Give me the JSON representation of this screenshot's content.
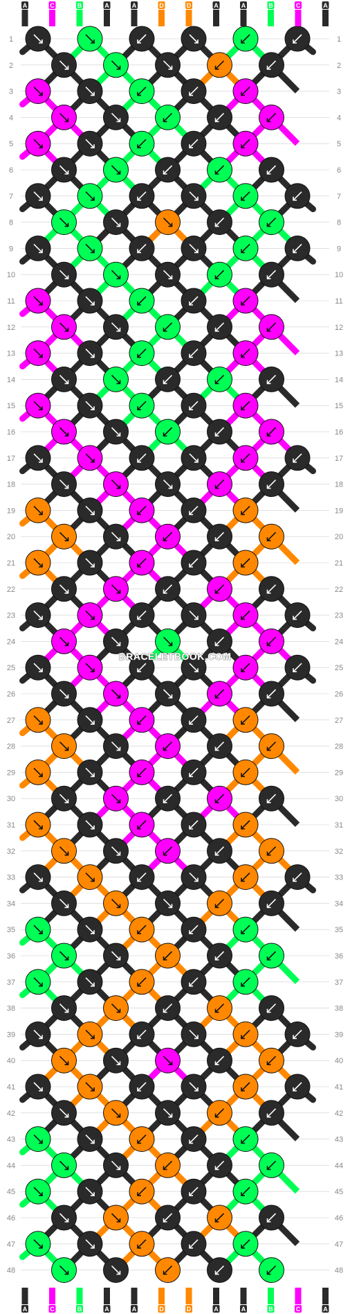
{
  "colors": {
    "A": "#2a2a2a",
    "C": "#ff00ff",
    "B": "#00ff55",
    "D": "#ff8800",
    "line": "#cccccc",
    "label": "#888888"
  },
  "watermark": "BRACELETBOOK.COM",
  "strings_top": [
    "A",
    "C",
    "B",
    "A",
    "A",
    "D",
    "D",
    "A",
    "A",
    "B",
    "C",
    "A"
  ],
  "strings_bottom": [
    "A",
    "C",
    "B",
    "A",
    "A",
    "D",
    "D",
    "A",
    "A",
    "B",
    "C",
    "A"
  ],
  "row_labels": [
    "1",
    "2",
    "3",
    "4",
    "5",
    "6",
    "7",
    "8",
    "9",
    "10",
    "11",
    "12",
    "13",
    "14",
    "15",
    "16",
    "17",
    "18",
    "19",
    "20",
    "21",
    "22",
    "23",
    "24",
    "25",
    "26",
    "27",
    "28",
    "29",
    "30",
    "31",
    "32",
    "33",
    "34",
    "35",
    "36",
    "37",
    "38",
    "39",
    "40",
    "41",
    "42",
    "43",
    "44",
    "45",
    "46",
    "47",
    "48"
  ],
  "knot_rows": [
    [
      "A",
      "B",
      "A",
      "A",
      "B",
      "A"
    ],
    [
      "A",
      "B",
      "A",
      "D",
      "A"
    ],
    [
      "C",
      "A",
      "B",
      "A",
      "C"
    ],
    [
      "C",
      "A",
      "B",
      "A",
      "C"
    ],
    [
      "C",
      "A",
      "B",
      "A",
      "C"
    ],
    [
      "A",
      "B",
      "A",
      "B",
      "A"
    ],
    [
      "A",
      "B",
      "A",
      "A",
      "B",
      "A"
    ],
    [
      "B",
      "A",
      "D",
      "A",
      "B"
    ],
    [
      "A",
      "B",
      "A",
      "A",
      "B",
      "A"
    ],
    [
      "A",
      "B",
      "A",
      "B",
      "A"
    ],
    [
      "C",
      "A",
      "B",
      "A",
      "C"
    ],
    [
      "C",
      "A",
      "B",
      "A",
      "C"
    ],
    [
      "C",
      "A",
      "B",
      "A",
      "C"
    ],
    [
      "A",
      "B",
      "A",
      "B",
      "A"
    ],
    [
      "C",
      "A",
      "B",
      "A",
      "C"
    ],
    [
      "C",
      "A",
      "B",
      "A",
      "C"
    ],
    [
      "A",
      "C",
      "A",
      "A",
      "C",
      "A"
    ],
    [
      "A",
      "C",
      "A",
      "C",
      "A"
    ],
    [
      "D",
      "A",
      "C",
      "A",
      "D"
    ],
    [
      "D",
      "A",
      "C",
      "A",
      "D"
    ],
    [
      "D",
      "A",
      "C",
      "A",
      "D"
    ],
    [
      "A",
      "C",
      "A",
      "C",
      "A"
    ],
    [
      "A",
      "C",
      "A",
      "A",
      "C",
      "A"
    ],
    [
      "C",
      "A",
      "B",
      "A",
      "C"
    ],
    [
      "A",
      "C",
      "A",
      "A",
      "C",
      "A"
    ],
    [
      "A",
      "C",
      "A",
      "C",
      "A"
    ],
    [
      "D",
      "A",
      "C",
      "A",
      "D"
    ],
    [
      "D",
      "A",
      "C",
      "A",
      "D"
    ],
    [
      "D",
      "A",
      "C",
      "A",
      "D"
    ],
    [
      "A",
      "C",
      "A",
      "C",
      "A"
    ],
    [
      "D",
      "A",
      "C",
      "A",
      "D"
    ],
    [
      "D",
      "A",
      "C",
      "A",
      "D"
    ],
    [
      "A",
      "D",
      "A",
      "A",
      "D",
      "A"
    ],
    [
      "A",
      "D",
      "A",
      "D",
      "A"
    ],
    [
      "B",
      "A",
      "D",
      "A",
      "B"
    ],
    [
      "B",
      "A",
      "D",
      "A",
      "B"
    ],
    [
      "B",
      "A",
      "D",
      "A",
      "B"
    ],
    [
      "A",
      "D",
      "A",
      "D",
      "A"
    ],
    [
      "A",
      "D",
      "A",
      "A",
      "D",
      "A"
    ],
    [
      "D",
      "A",
      "C",
      "A",
      "D"
    ],
    [
      "A",
      "D",
      "A",
      "A",
      "D",
      "A"
    ],
    [
      "A",
      "D",
      "A",
      "D",
      "A"
    ],
    [
      "B",
      "A",
      "D",
      "A",
      "B"
    ],
    [
      "B",
      "A",
      "D",
      "A",
      "B"
    ],
    [
      "B",
      "A",
      "D",
      "A",
      "B"
    ],
    [
      "A",
      "D",
      "A",
      "D",
      "A"
    ],
    [
      "B",
      "A",
      "D",
      "A",
      "B"
    ],
    [
      "B",
      "A",
      "D",
      "A",
      "B"
    ]
  ],
  "arrow_rows": [
    [
      "se",
      "se",
      "sw",
      "se",
      "sw",
      "sw"
    ],
    [
      "se",
      "se",
      "se",
      "sw",
      "sw"
    ],
    [
      "se",
      "se",
      "sw",
      "sw",
      "sw"
    ],
    [
      "se",
      "se",
      "sw",
      "sw",
      "sw"
    ],
    [
      "se",
      "se",
      "sw",
      "sw",
      "sw"
    ],
    [
      "se",
      "se",
      "sw",
      "sw",
      "sw"
    ],
    [
      "se",
      "se",
      "sw",
      "se",
      "sw",
      "sw"
    ],
    [
      "se",
      "se",
      "se",
      "sw",
      "sw"
    ],
    [
      "se",
      "se",
      "sw",
      "se",
      "sw",
      "sw"
    ],
    [
      "se",
      "se",
      "se",
      "sw",
      "sw"
    ],
    [
      "se",
      "se",
      "sw",
      "sw",
      "sw"
    ],
    [
      "se",
      "se",
      "sw",
      "sw",
      "sw"
    ],
    [
      "se",
      "se",
      "sw",
      "sw",
      "sw"
    ],
    [
      "se",
      "se",
      "sw",
      "sw",
      "sw"
    ],
    [
      "se",
      "se",
      "sw",
      "sw",
      "sw"
    ],
    [
      "se",
      "se",
      "sw",
      "sw",
      "sw"
    ],
    [
      "se",
      "se",
      "sw",
      "se",
      "sw",
      "sw"
    ],
    [
      "se",
      "se",
      "se",
      "sw",
      "sw"
    ],
    [
      "se",
      "se",
      "sw",
      "sw",
      "sw"
    ],
    [
      "se",
      "se",
      "sw",
      "sw",
      "sw"
    ],
    [
      "se",
      "se",
      "sw",
      "sw",
      "sw"
    ],
    [
      "se",
      "se",
      "sw",
      "sw",
      "sw"
    ],
    [
      "se",
      "se",
      "sw",
      "se",
      "sw",
      "sw"
    ],
    [
      "se",
      "se",
      "se",
      "sw",
      "sw"
    ],
    [
      "se",
      "se",
      "sw",
      "se",
      "sw",
      "sw"
    ],
    [
      "se",
      "se",
      "se",
      "sw",
      "sw"
    ],
    [
      "se",
      "se",
      "sw",
      "sw",
      "sw"
    ],
    [
      "se",
      "se",
      "sw",
      "sw",
      "sw"
    ],
    [
      "se",
      "se",
      "sw",
      "sw",
      "sw"
    ],
    [
      "se",
      "se",
      "sw",
      "sw",
      "sw"
    ],
    [
      "se",
      "se",
      "sw",
      "sw",
      "sw"
    ],
    [
      "se",
      "se",
      "sw",
      "sw",
      "sw"
    ],
    [
      "se",
      "se",
      "sw",
      "se",
      "sw",
      "sw"
    ],
    [
      "se",
      "se",
      "se",
      "sw",
      "sw"
    ],
    [
      "se",
      "se",
      "sw",
      "sw",
      "sw"
    ],
    [
      "se",
      "se",
      "sw",
      "sw",
      "sw"
    ],
    [
      "se",
      "se",
      "sw",
      "sw",
      "sw"
    ],
    [
      "se",
      "se",
      "sw",
      "sw",
      "sw"
    ],
    [
      "se",
      "se",
      "sw",
      "se",
      "sw",
      "sw"
    ],
    [
      "se",
      "se",
      "se",
      "sw",
      "sw"
    ],
    [
      "se",
      "se",
      "sw",
      "se",
      "sw",
      "sw"
    ],
    [
      "se",
      "se",
      "se",
      "sw",
      "sw"
    ],
    [
      "se",
      "se",
      "sw",
      "sw",
      "sw"
    ],
    [
      "se",
      "se",
      "sw",
      "sw",
      "sw"
    ],
    [
      "se",
      "se",
      "sw",
      "sw",
      "sw"
    ],
    [
      "se",
      "se",
      "sw",
      "sw",
      "sw"
    ],
    [
      "se",
      "se",
      "sw",
      "sw",
      "sw"
    ],
    [
      "se",
      "se",
      "sw",
      "sw",
      "sw"
    ]
  ]
}
